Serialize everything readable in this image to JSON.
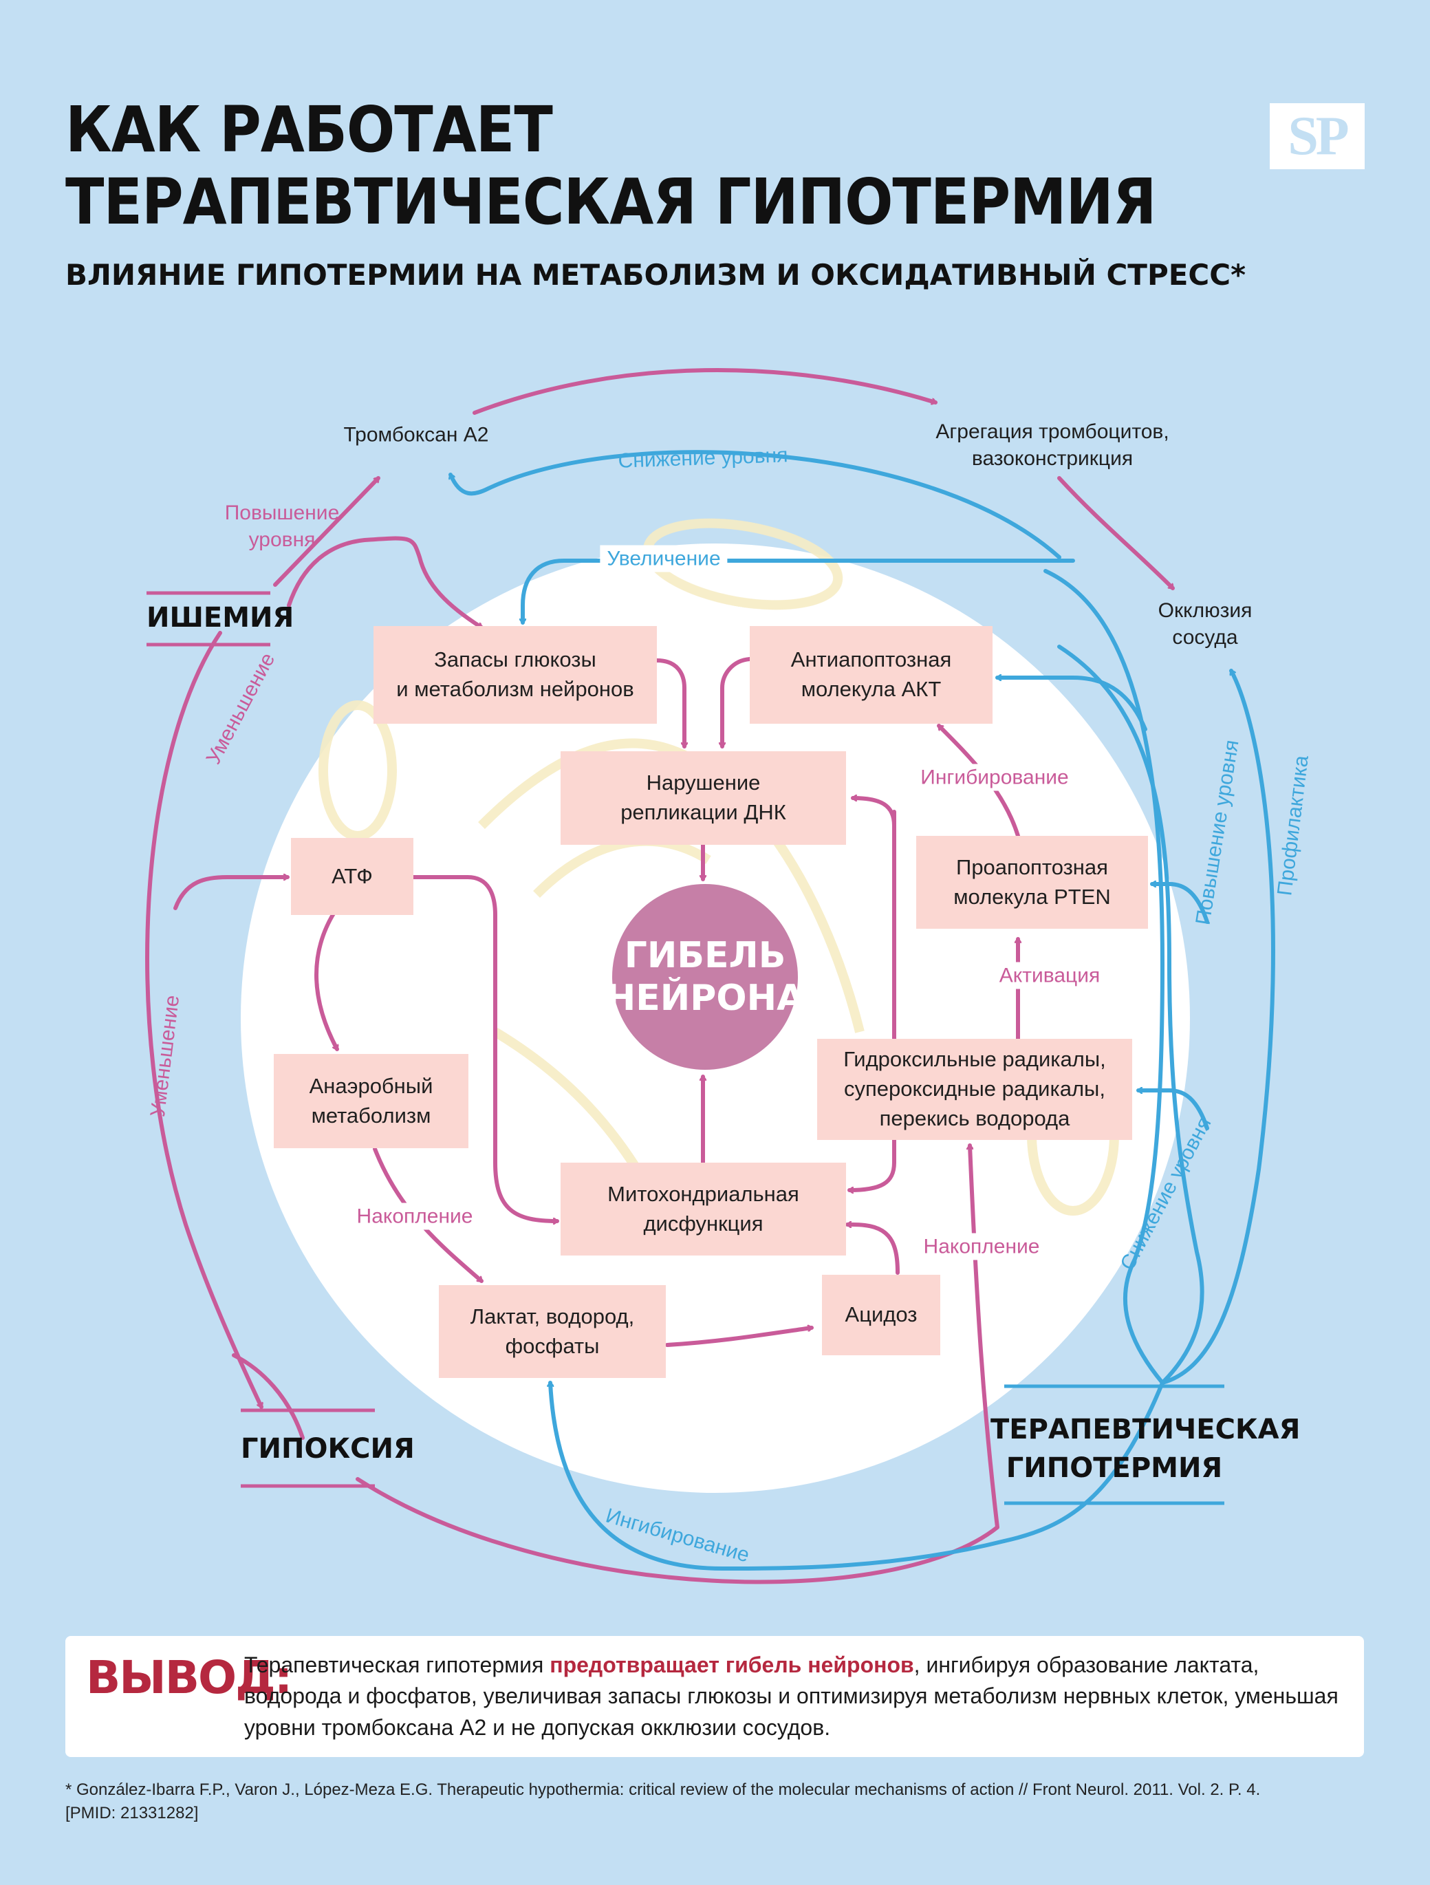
{
  "header": {
    "title_line1": "КАК РАБОТАЕТ",
    "title_line2": "ТЕРАПЕВТИЧЕСКАЯ ГИПОТЕРМИЯ",
    "subtitle": "ВЛИЯНИЕ ГИПОТЕРМИИ НА МЕТАБОЛИЗМ И ОКСИДАТИВНЫЙ СТРЕСС*",
    "logo": "SP"
  },
  "nodes": {
    "thromboxane": "Тромбоксан А2",
    "aggregation": "Агрегация тромбоцитов,\nвазоконстрикция",
    "occlusion": "Окклюзия\nсосуда",
    "ischemia": "ИШЕМИЯ",
    "hypoxia": "ГИПОКСИЯ",
    "therapy": "ТЕРАПЕВТИЧЕСКАЯ\nГИПОТЕРМИЯ",
    "glucose": "Запасы глюкозы\nи метаболизм нейронов",
    "akt": "Антиапоптозная\nмолекула АКТ",
    "dna": "Нарушение\nрепликации ДНК",
    "atp": "АТФ",
    "pten": "Проапоптозная\nмолекула PTEN",
    "death": "ГИБЕЛЬ\nНЕЙРОНА",
    "anaerobic": "Анаэробный\nметаболизм",
    "radicals": "Гидроксильные радикалы,\nсупероксидные радикалы,\nперекись водорода",
    "mito": "Митохондриальная\nдисфункция",
    "lactate": "Лактат, водород,\nфосфаты",
    "acidosis": "Ацидоз"
  },
  "labels": {
    "increase_level_top": "Повышение\nуровня",
    "decrease_level_top": "Снижение уровня",
    "increase_mid": "Увеличение",
    "reduce_left_upper": "Уменьшение",
    "reduce_left_lower": "Уменьшение",
    "inhibition_right": "Ингибирование",
    "activation": "Активация",
    "accumulation_left": "Накопление",
    "accumulation_right": "Накопление",
    "increase_level_right": "Повышение уровня",
    "prophylaxis": "Профилактика",
    "decrease_level_right": "Снижение уровня",
    "inhibition_bottom": "Ингибирование"
  },
  "conclusion": {
    "label": "ВЫВОД:",
    "text_before": "Терапевтическая гипотермия ",
    "text_highlight": "предотвращает гибель нейронов",
    "text_after": ", ингибируя образование лактата, водорода и фосфатов, увеличивая запасы глюкозы и оптимизируя метаболизм нервных клеток, уменьшая уровни тромбоксана А2 и не допуская окклюзии сосудов."
  },
  "footnote": "* González-Ibarra F.P., Varon J., López-Meza E.G. Therapeutic hypothermia: critical review of the molecular mechanisms of action // Front Neurol. 2011. Vol. 2. P. 4.\n[PMID: 21331282]",
  "colors": {
    "background": "#c3dff3",
    "box": "#fbd7d2",
    "pink_arrow": "#c95b99",
    "blue_arrow": "#3ea7dc",
    "death_circle": "#c67fa7",
    "conclusion_label": "#b5283f"
  }
}
